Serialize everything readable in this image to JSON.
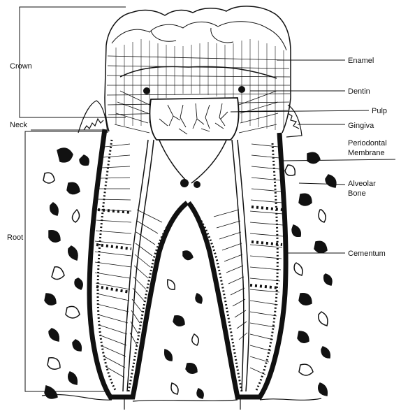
{
  "diagram": {
    "left_labels": {
      "crown": "Crown",
      "neck": "Neck",
      "root": "Root"
    },
    "right_labels": {
      "enamel": "Enamel",
      "dentin": "Dentin",
      "pulp": "Pulp",
      "gingiva": "Gingiva",
      "periodontal_line1": "Periodontal",
      "periodontal_line2": "Membrane",
      "alveolar_line1": "Alveolar",
      "alveolar_line2": "Bone",
      "cementum": "Cementum"
    },
    "colors": {
      "ink": "#111111",
      "paper": "#ffffff"
    }
  }
}
